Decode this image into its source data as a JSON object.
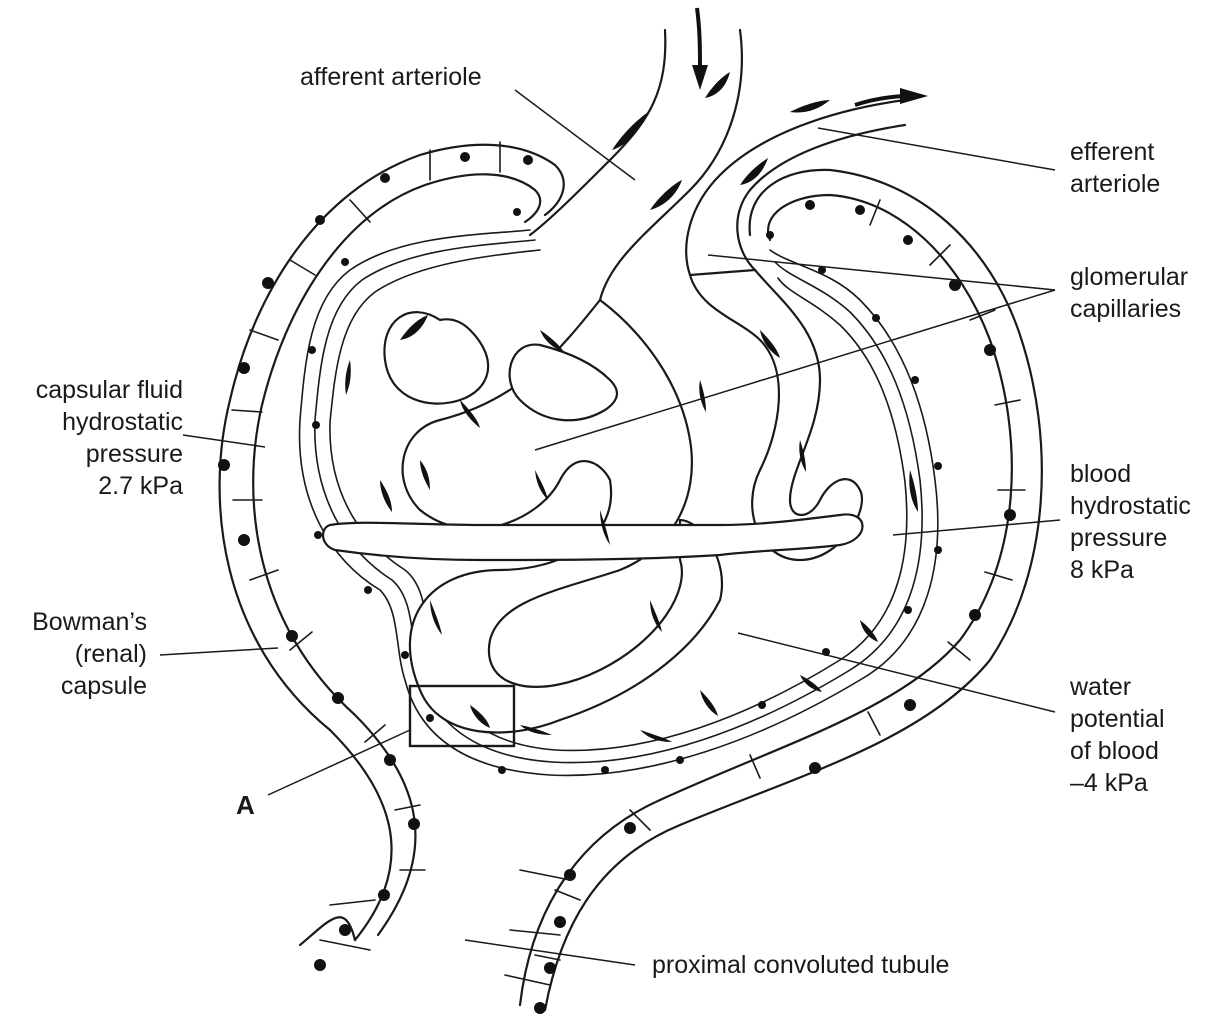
{
  "labels": {
    "afferent_arteriole": "afferent arteriole",
    "efferent_arteriole": [
      "efferent",
      "arteriole"
    ],
    "glomerular_capillaries": [
      "glomerular",
      "capillaries"
    ],
    "capsular_fluid_pressure": [
      "capsular fluid",
      "hydrostatic",
      "pressure",
      "2.7 kPa"
    ],
    "blood_hydrostatic_pressure": [
      "blood",
      "hydrostatic",
      "pressure",
      "8 kPa"
    ],
    "bowmans_capsule": [
      "Bowman’s",
      "(renal)",
      "capsule"
    ],
    "water_potential": [
      "water",
      "potential",
      "of blood",
      "–4 kPa"
    ],
    "point_a": "A",
    "proximal_tubule": "proximal convoluted tubule"
  },
  "colors": {
    "ink": "#1a1a1a",
    "background": "#ffffff"
  }
}
